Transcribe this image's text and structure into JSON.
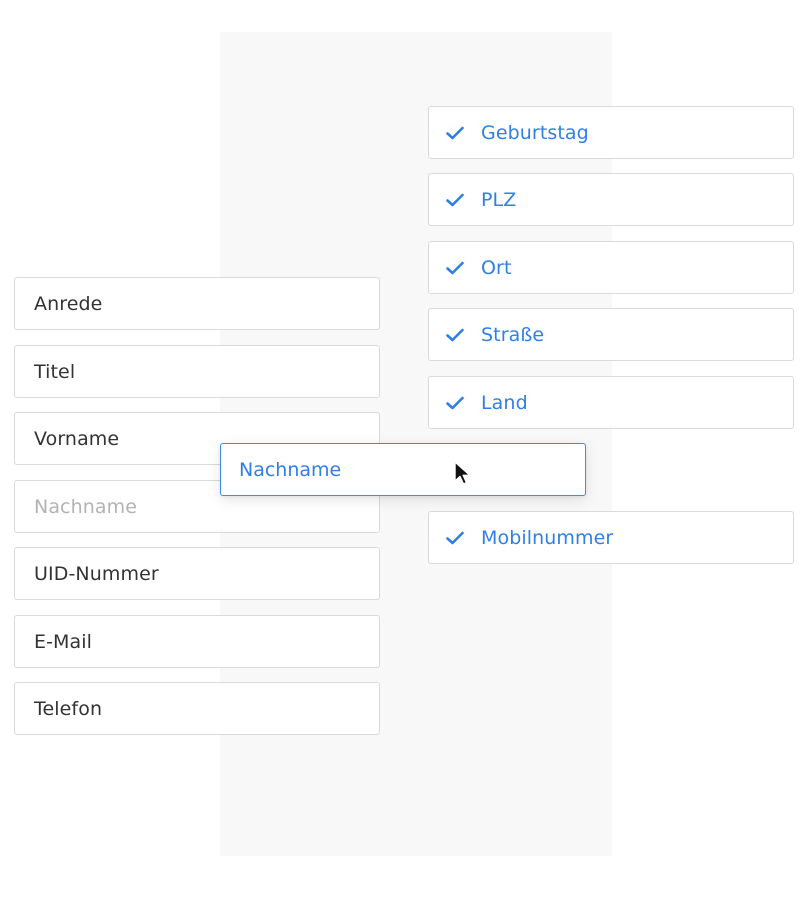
{
  "source_fields": [
    {
      "label": "Anrede"
    },
    {
      "label": "Titel"
    },
    {
      "label": "Vorname"
    },
    {
      "label": "Nachname",
      "placeholder": true
    },
    {
      "label": "UID-Nummer"
    },
    {
      "label": "E-Mail"
    },
    {
      "label": "Telefon"
    }
  ],
  "selected_fields": [
    {
      "label": "Geburtstag"
    },
    {
      "label": "PLZ"
    },
    {
      "label": "Ort"
    },
    {
      "label": "Straße"
    },
    {
      "label": "Land"
    },
    {
      "label": "Mobilnummer"
    }
  ],
  "dragging_item": {
    "label": "Nachname"
  },
  "icons": {
    "check": "check-icon",
    "cursor": "mouse-pointer-icon"
  },
  "colors": {
    "accent": "#2f80e4",
    "border": "#dadada",
    "text": "#333333",
    "placeholder": "#b3b3b3",
    "dropzone": "#f8f8f8"
  }
}
